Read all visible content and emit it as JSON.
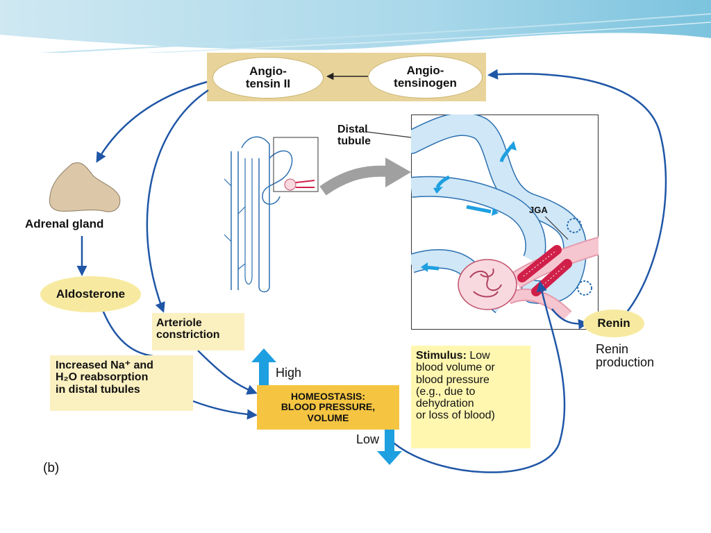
{
  "figure_label": "(b)",
  "angiotensin_ii": "Angio-\ntensin II",
  "angiotensinogen": "Angio-\ntensinogen",
  "distal_tubule": "Distal\ntubule",
  "jga": "JGA",
  "adrenal_gland": "Adrenal gland",
  "aldosterone": "Aldosterone",
  "arteriole_constriction": "Arteriole\nconstriction",
  "reabsorption": "Increased Na⁺ and\nH₂O reabsorption\nin distal tubules",
  "high": "High",
  "low": "Low",
  "homeostasis": "HOMEOSTASIS:\nBLOOD PRESSURE,\nVOLUME",
  "stimulus_bold": "Stimulus:",
  "stimulus_text": " Low\nblood volume or\nblood pressure\n(e.g., due to\ndehydration\nor loss of blood)",
  "renin": "Renin",
  "renin_production": "Renin\nproduction",
  "colors": {
    "arrow_blue": "#1f56a6",
    "tan_band": "#e8d49a",
    "oval_yellow": "#f7eaa0",
    "label_box": "#fbf0c0",
    "homeostasis": "#f5c542",
    "stimulus_box": "#fff7b0",
    "tubule": "#cfe7f7",
    "flow_arrow": "#1e9fe0",
    "vessel": "#f6c6d0",
    "jga_red": "#d0204a",
    "gland": "#dcc8a8"
  }
}
